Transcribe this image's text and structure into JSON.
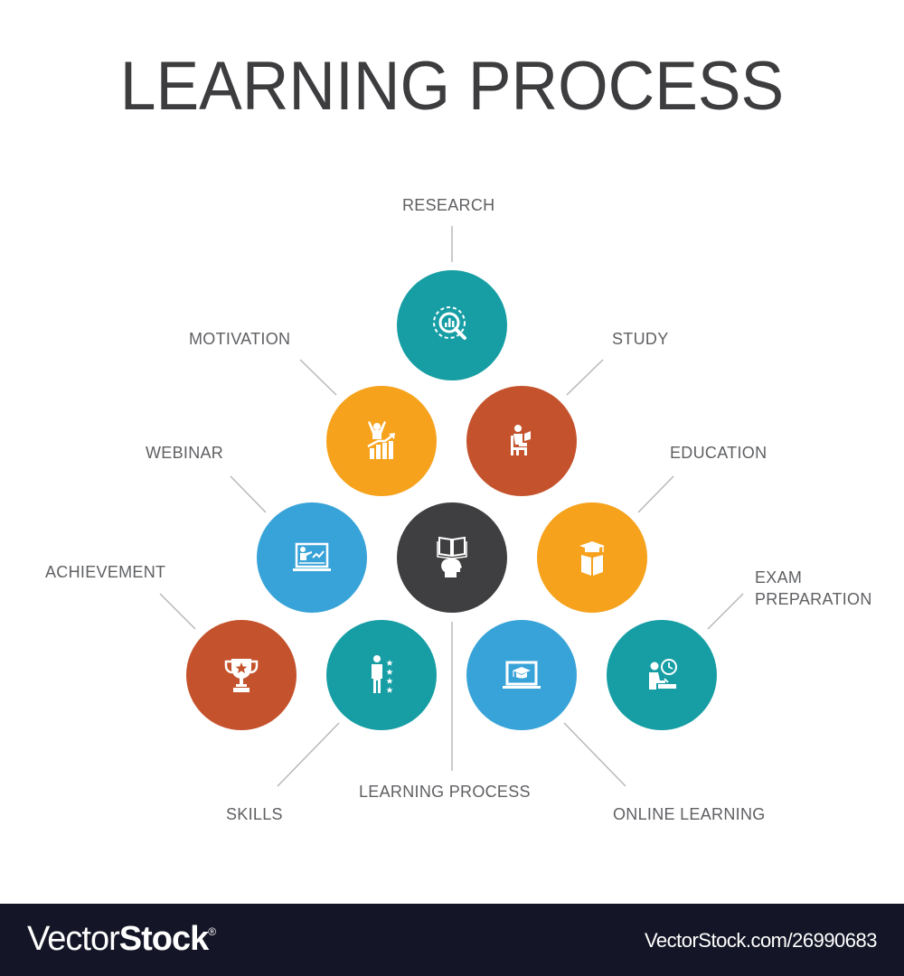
{
  "title": "LEARNING PROCESS",
  "colors": {
    "teal": "#169ea4",
    "orange": "#f6a21c",
    "rust": "#c4522c",
    "blue": "#38a3d8",
    "dark": "#3f3f41",
    "text": "#5f6063",
    "line": "#b8b8b8",
    "footer_bg": "#141526"
  },
  "nodes": [
    {
      "id": "research",
      "label": "RESEARCH",
      "icon": "magnifier-chart-icon",
      "color": "#169ea4"
    },
    {
      "id": "motivation",
      "label": "MOTIVATION",
      "icon": "person-growth-chart-icon",
      "color": "#f6a21c"
    },
    {
      "id": "study",
      "label": "STUDY",
      "icon": "person-reading-desk-icon",
      "color": "#c4522c"
    },
    {
      "id": "webinar",
      "label": "WEBINAR",
      "icon": "laptop-presentation-icon",
      "color": "#38a3d8"
    },
    {
      "id": "learning_process",
      "label": "LEARNING PROCESS",
      "icon": "head-book-icon",
      "color": "#3f3f41"
    },
    {
      "id": "education",
      "label": "EDUCATION",
      "icon": "book-graduation-cap-icon",
      "color": "#f6a21c"
    },
    {
      "id": "achievement",
      "label": "ACHIEVEMENT",
      "icon": "trophy-star-icon",
      "color": "#c4522c"
    },
    {
      "id": "skills",
      "label": "SKILLS",
      "icon": "person-stars-icon",
      "color": "#169ea4"
    },
    {
      "id": "online_learning",
      "label": "ONLINE LEARNING",
      "icon": "laptop-graduation-cap-icon",
      "color": "#38a3d8"
    },
    {
      "id": "exam_preparation",
      "label_line1": "EXAM",
      "label_line2": "PREPARATION",
      "icon": "person-writing-clock-icon",
      "color": "#169ea4"
    }
  ],
  "footer": {
    "brand_light": "Vector",
    "brand_bold": "Stock",
    "brand_mark": "®",
    "reference": "VectorStock.com/26990683"
  }
}
